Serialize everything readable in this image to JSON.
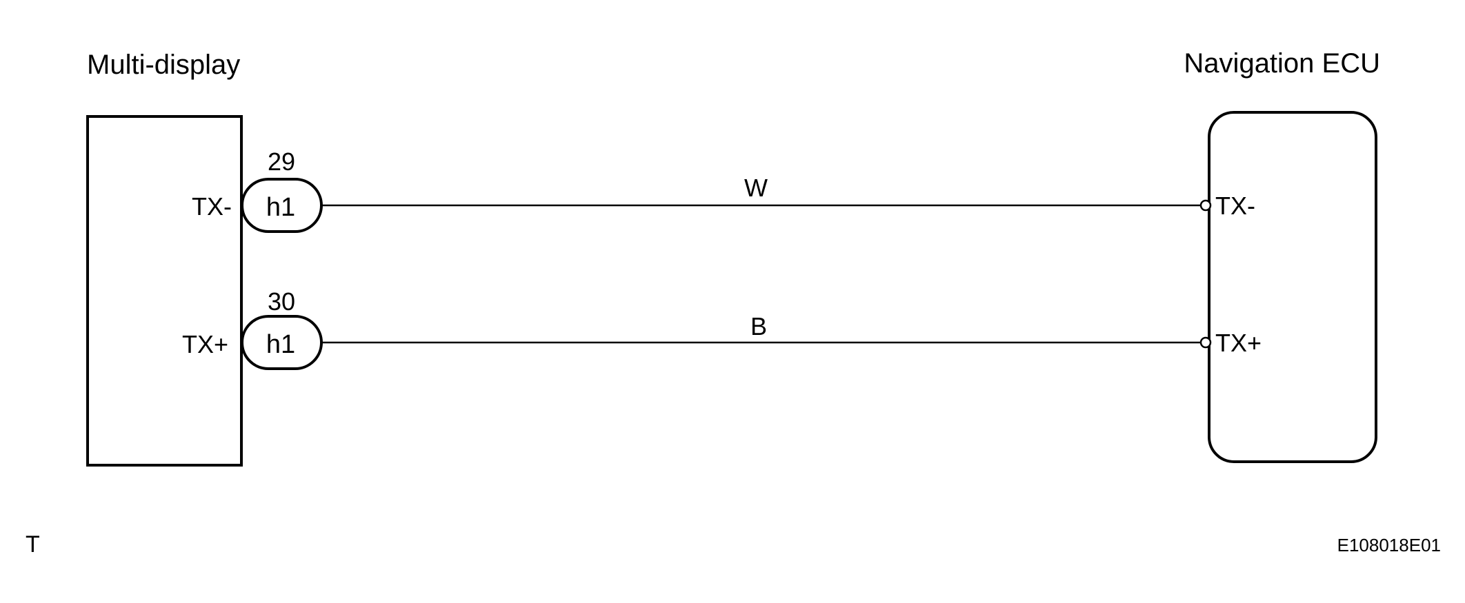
{
  "components": {
    "left": {
      "title": "Multi-display"
    },
    "right": {
      "title": "Navigation ECU"
    }
  },
  "connections": [
    {
      "left_pin": "TX-",
      "pin_number": "29",
      "connector": "h1",
      "wire_color": "W",
      "right_pin": "TX-"
    },
    {
      "left_pin": "TX+",
      "pin_number": "30",
      "connector": "h1",
      "wire_color": "B",
      "right_pin": "TX+"
    }
  ],
  "footer": {
    "left_mark": "T",
    "figure_id": "E108018E01"
  },
  "colors": {
    "line": "#000000",
    "background": "#ffffff"
  }
}
